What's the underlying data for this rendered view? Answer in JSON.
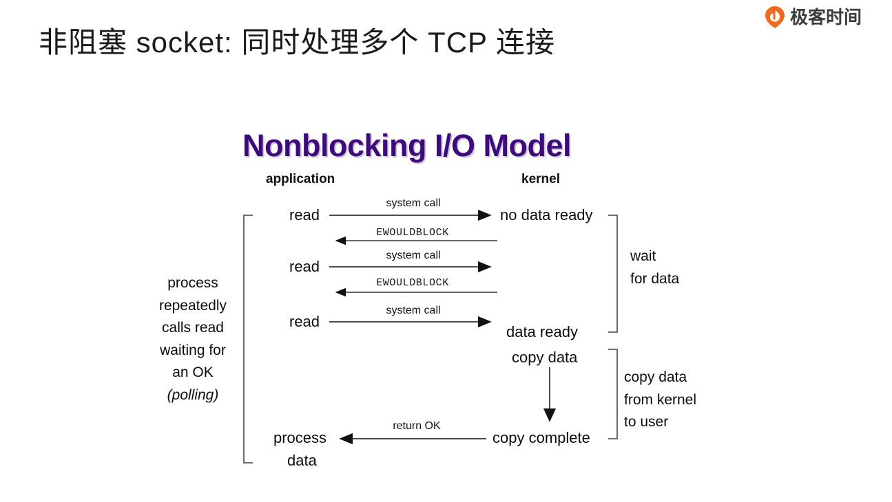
{
  "brand": {
    "name": "极客时间",
    "mark_icon": "geektime-pin-icon",
    "accent_color": "#F06B20",
    "text_color": "#3d3d3d"
  },
  "slide": {
    "title": "非阻塞 socket: 同时处理多个 TCP 连接",
    "background_color": "#ffffff",
    "title_color": "#1a1a1a"
  },
  "diagram": {
    "title": "Nonblocking I/O Model",
    "title_color": "#3d0b7a",
    "shadow_color": "#9678be",
    "columns": {
      "left": "application",
      "right": "kernel"
    },
    "nodes": {
      "read_1": "read",
      "read_2": "read",
      "read_3": "read",
      "no_data_ready": "no data ready",
      "data_ready": "data ready",
      "copy_data": "copy data",
      "copy_complete": "copy complete",
      "process": "process",
      "data": "data"
    },
    "arrows": [
      {
        "label": "system call",
        "direction": "right",
        "style": "sans"
      },
      {
        "label": "EWOULDBLOCK",
        "direction": "left",
        "style": "mono"
      },
      {
        "label": "system call",
        "direction": "right",
        "style": "sans"
      },
      {
        "label": "EWOULDBLOCK",
        "direction": "left",
        "style": "mono"
      },
      {
        "label": "system call",
        "direction": "right",
        "style": "sans"
      },
      {
        "label": "copy data",
        "direction": "down",
        "style": "none"
      },
      {
        "label": "return OK",
        "direction": "left",
        "style": "sans"
      }
    ],
    "arrow_labels": {
      "system_call_1": "system call",
      "system_call_2": "system call",
      "system_call_3": "system call",
      "ewouldblock_1": "EWOULDBLOCK",
      "ewouldblock_2": "EWOULDBLOCK",
      "return_ok": "return OK"
    },
    "notes": {
      "process_polling_lines": [
        "process",
        "repeatedly",
        "calls read",
        "waiting for",
        "an OK",
        "(polling)"
      ],
      "process_polling_italic_line": "(polling)",
      "wait_for_data_lines": [
        "wait",
        "for data"
      ],
      "copy_from_kernel_lines": [
        "copy data",
        "from kernel",
        "to user"
      ]
    },
    "line_color": "#5a5a5a",
    "text_color": "#0d0d0d"
  }
}
